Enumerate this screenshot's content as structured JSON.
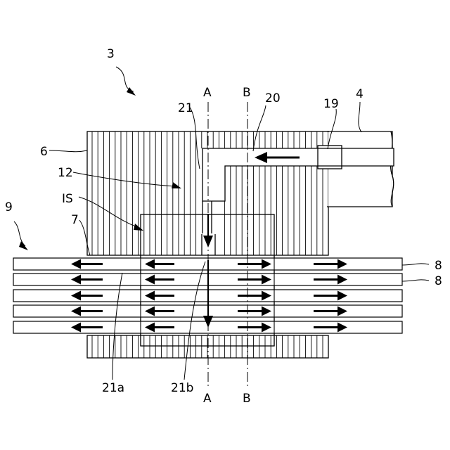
{
  "labels": {
    "fig_ref": "3",
    "section_a_top": "A",
    "section_b_top": "B",
    "section_a_bottom": "A",
    "section_b_bottom": "B",
    "passage_21": "21",
    "passage_20": "20",
    "part_19": "19",
    "pipe_4": "4",
    "core_6": "6",
    "core_12": "12",
    "region_is": "IS",
    "plate_7": "7",
    "assembly_9": "9",
    "tube_8_a": "8",
    "tube_8_b": "8",
    "passage_21a": "21a",
    "passage_21b": "21b"
  }
}
